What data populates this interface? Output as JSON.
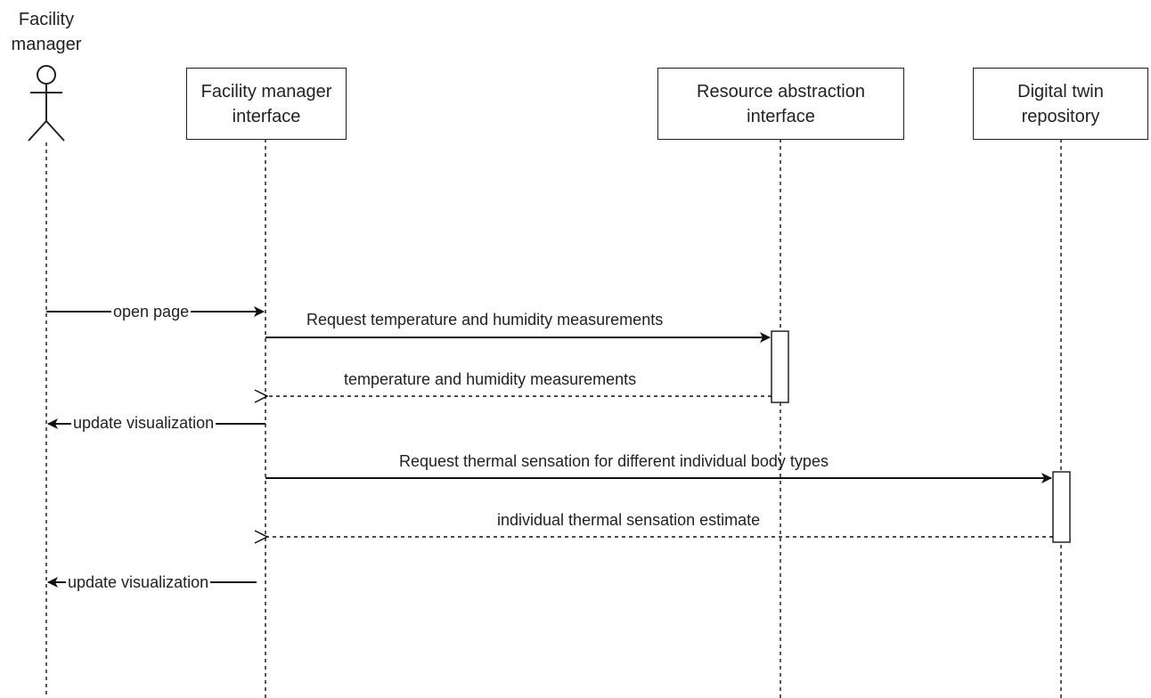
{
  "actor": {
    "label": "Facility\nmanager"
  },
  "participants": [
    {
      "label": "Facility manager\ninterface"
    },
    {
      "label": "Resource abstraction\ninterface"
    },
    {
      "label": "Digital twin\nrepository"
    }
  ],
  "messages": [
    {
      "label": "open page"
    },
    {
      "label": "Request temperature and humidity measurements"
    },
    {
      "label": "temperature and humidity measurements"
    },
    {
      "label": "update visualization"
    },
    {
      "label": "Request thermal sensation  for different  individual body types"
    },
    {
      "label": "individual thermal sensation estimate"
    },
    {
      "label": "update visualization"
    }
  ]
}
